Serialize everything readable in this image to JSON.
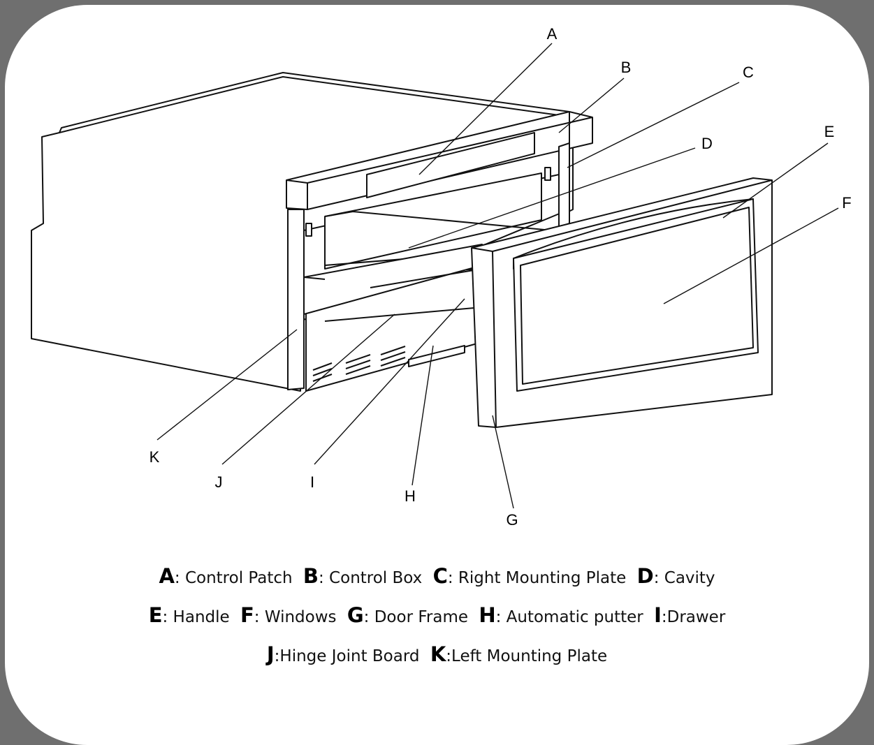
{
  "callouts": {
    "A": "A",
    "B": "B",
    "C": "C",
    "D": "D",
    "E": "E",
    "F": "F",
    "G": "G",
    "H": "H",
    "I": "I",
    "J": "J",
    "K": "K"
  },
  "legend": {
    "line1": [
      {
        "key": "A",
        "text": ": Control Patch"
      },
      {
        "key": "B",
        "text": ": Control Box"
      },
      {
        "key": "C",
        "text": ": Right Mounting Plate"
      },
      {
        "key": "D",
        "text": ": Cavity"
      }
    ],
    "line2": [
      {
        "key": "E",
        "text": ":  Handle"
      },
      {
        "key": "F",
        "text": ": Windows"
      },
      {
        "key": "G",
        "text": ": Door Frame"
      },
      {
        "key": "H",
        "text": ": Automatic putter"
      },
      {
        "key": "I",
        "text": ":Drawer"
      }
    ],
    "line3": [
      {
        "key": "J",
        "text": ":Hinge Joint Board"
      },
      {
        "key": "K",
        "text": ":Left Mounting Plate"
      }
    ]
  }
}
